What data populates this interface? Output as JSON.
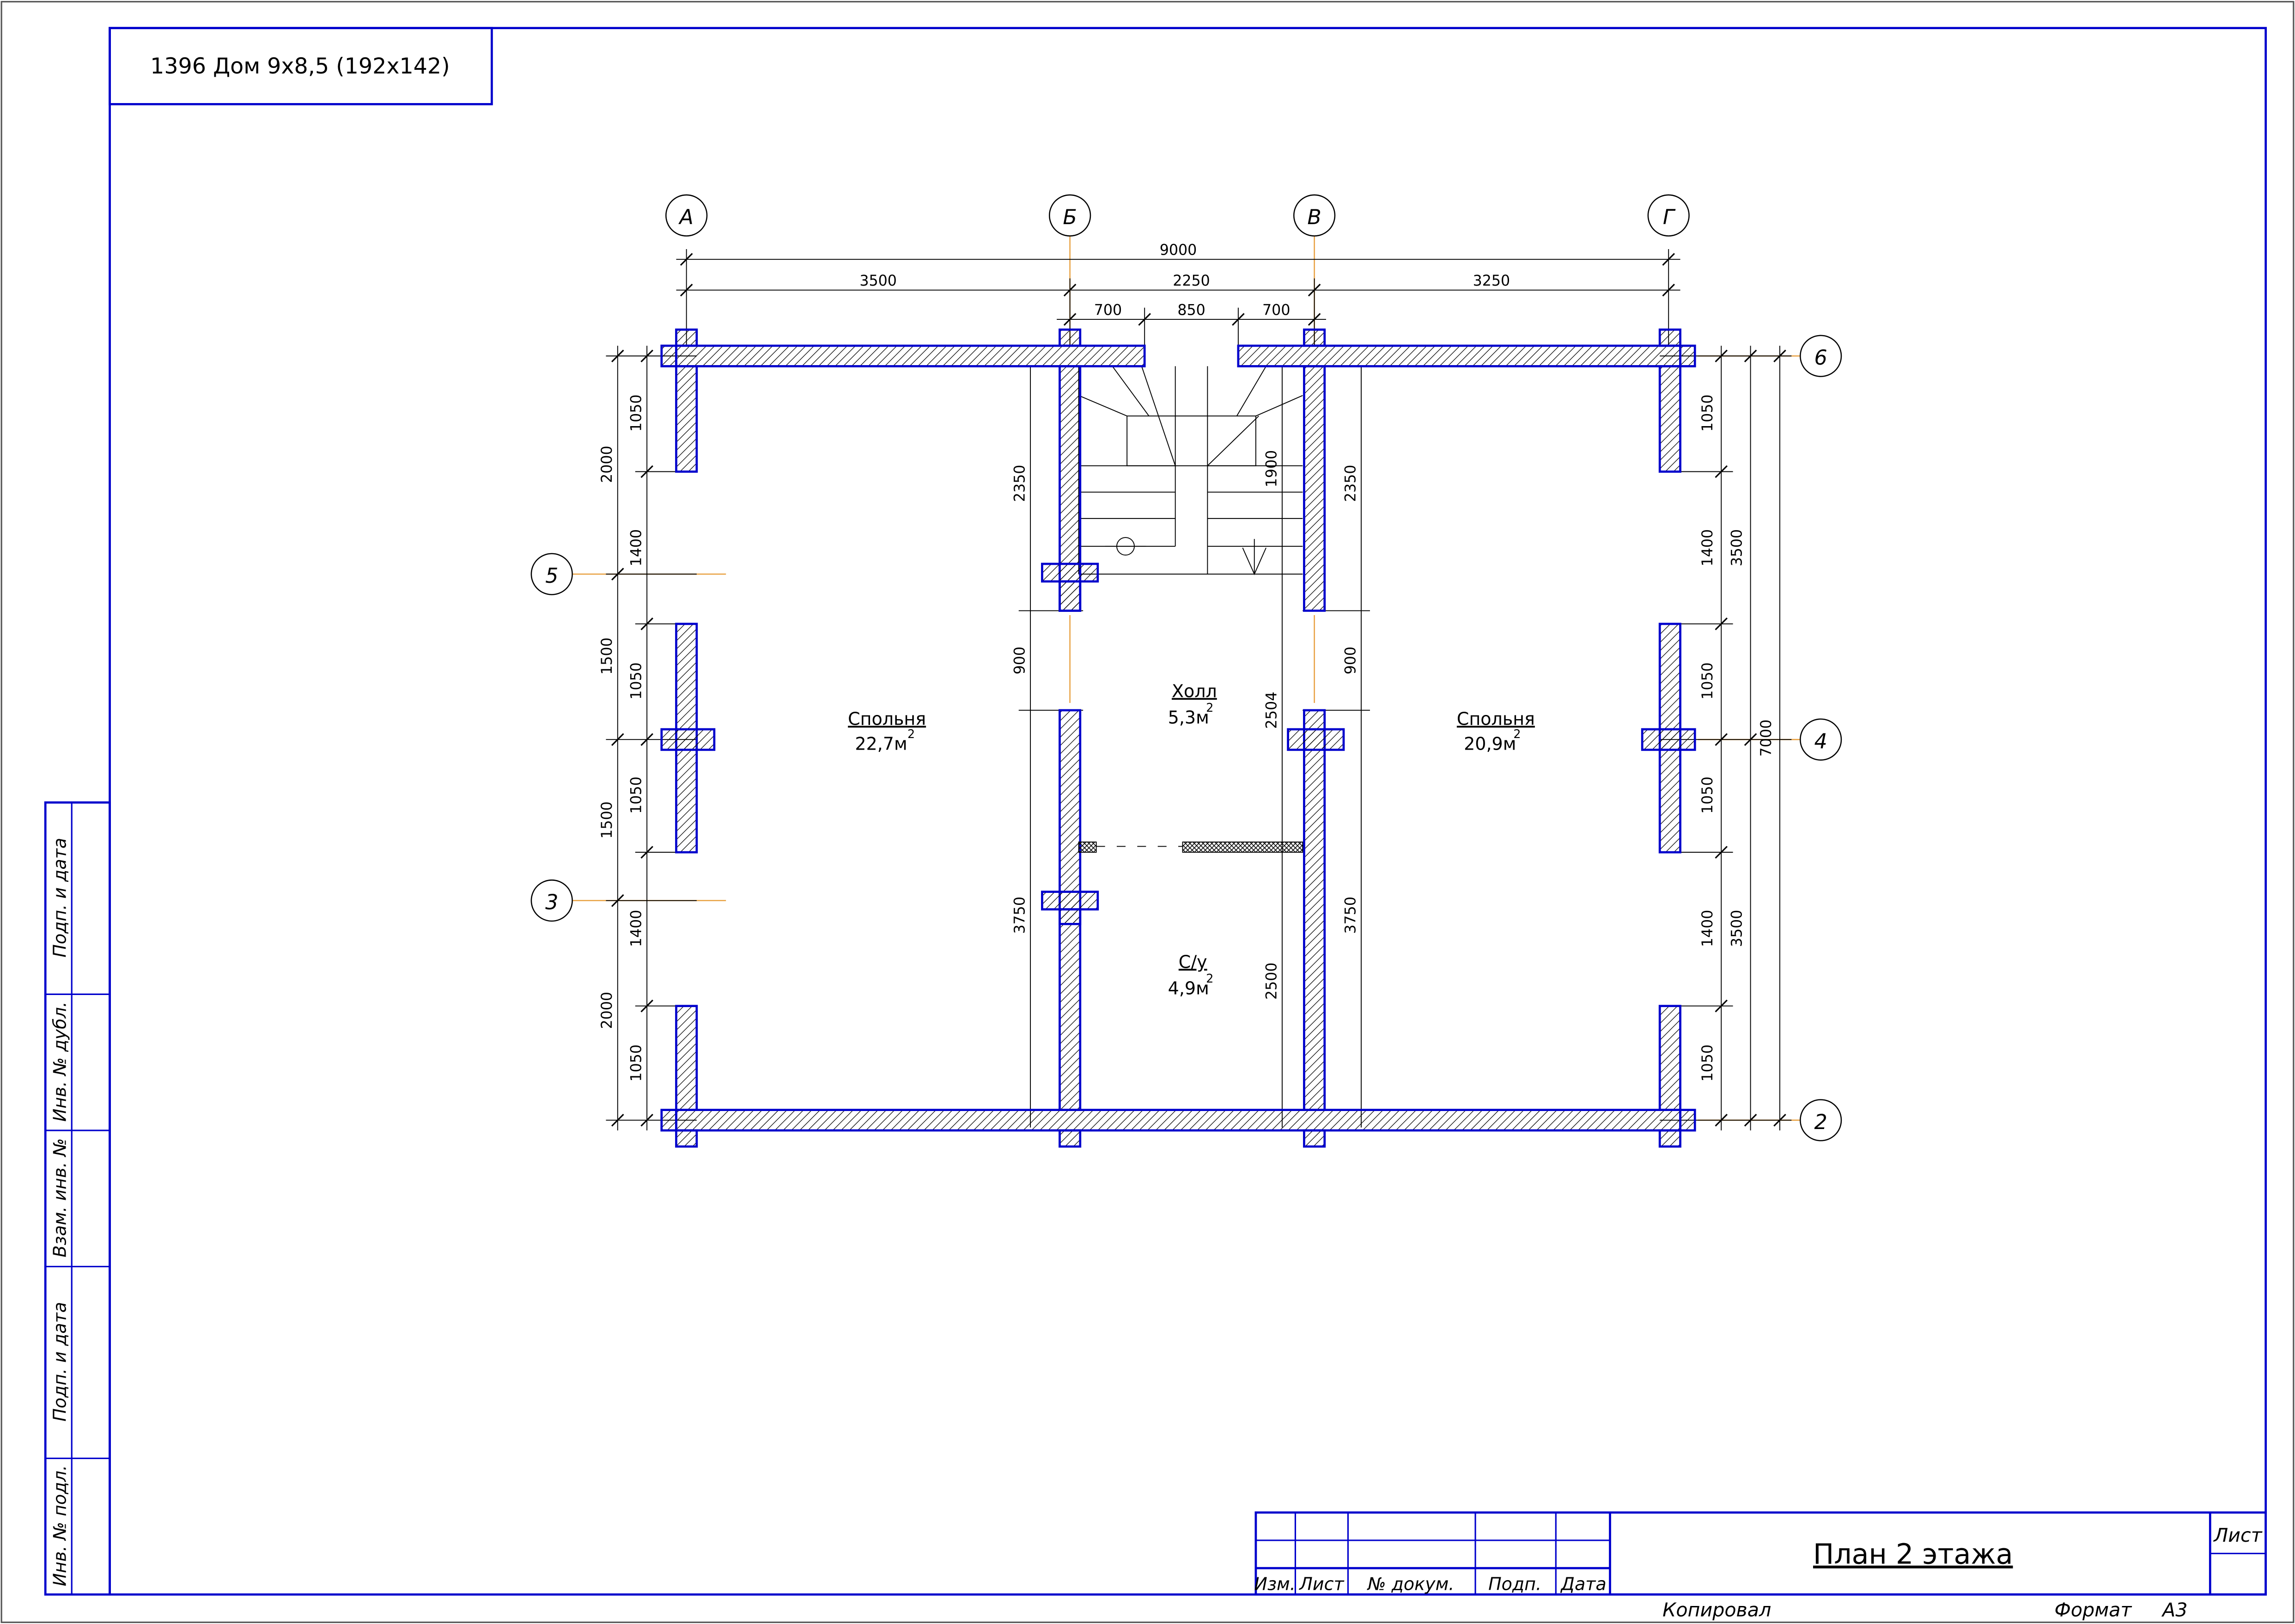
{
  "project_label": "1396 Дом 9х8,5 (192х142)",
  "drawing_title": "План 2 этажа",
  "axes_letters": [
    "А",
    "Б",
    "В",
    "Г"
  ],
  "axes_numbers": [
    "6",
    "5",
    "4",
    "3",
    "2"
  ],
  "dimensions": {
    "top_total": "9000",
    "top_spans": [
      "3500",
      "2250",
      "3250"
    ],
    "top_detail": [
      "700",
      "850",
      "700"
    ],
    "left_outer": [
      "2000",
      "1500",
      "1500",
      "2000"
    ],
    "left_inner": [
      "1050",
      "1400",
      "1050",
      "1050",
      "1400",
      "1050"
    ],
    "right_inner": [
      "1050",
      "1400",
      "1050",
      "1050",
      "1400",
      "1050"
    ],
    "right_mid": [
      "3500",
      "3500"
    ],
    "right_total": "7000",
    "col_b_left": [
      "2350",
      "900",
      "3750"
    ],
    "col_v_right": [
      "2350",
      "900",
      "3750"
    ],
    "hall_left": [
      "2504",
      "2500"
    ],
    "stair": "1900"
  },
  "rooms": [
    {
      "name": "Спольня",
      "area": "22,7м",
      "sup": "2"
    },
    {
      "name": "Холл",
      "area": "5,3м",
      "sup": "2"
    },
    {
      "name": "Спольня",
      "area": "20,9м",
      "sup": "2"
    },
    {
      "name": "С/у",
      "area": "4,9м",
      "sup": "2"
    }
  ],
  "side_stamp": [
    "Подп. и дата",
    "Инв. № дубл.",
    "Взам. инв. №",
    "Подп. и дата",
    "Инв. № подл."
  ],
  "title_block": {
    "headers": [
      "Изм.",
      "Лист",
      "№ докум.",
      "Подп.",
      "Дата"
    ],
    "sheet_label": "Лист",
    "copied": "Копировал",
    "format_label": "Формат",
    "format_value": "А3"
  },
  "colors": {
    "frame": "#0000cc",
    "wall_stroke": "#0000cc",
    "axis_line": "#e8a040",
    "dimension": "#000000"
  }
}
